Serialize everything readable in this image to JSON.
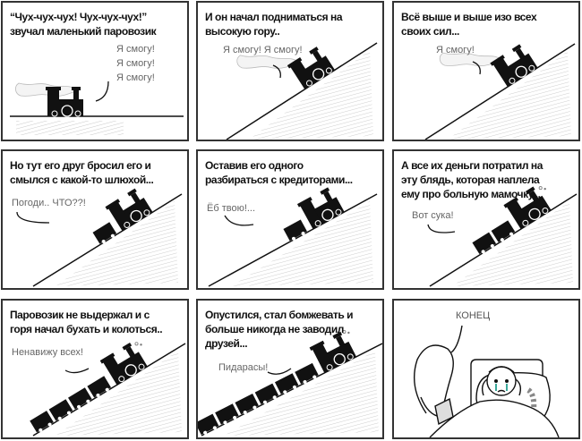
{
  "panels": [
    {
      "caption": "“Чух-чух-чух! Чух-чух-чух!”\nзвучал маленький паровозик",
      "speech": "Я смогу!\nЯ смогу!\nЯ смогу!"
    },
    {
      "caption": "И он начал подниматься на\nвысокую гору..",
      "speech": "Я смогу! Я смогу!"
    },
    {
      "caption": "Всё выше и выше изо всех\nсвоих сил...",
      "speech": "Я смогу!"
    },
    {
      "caption": "Но тут его друг бросил его и\nсмылся с какой-то шлюхой...",
      "speech": "Погоди.. ЧТО??!"
    },
    {
      "caption": "Оставив его одного\nразбираться с кредиторами...",
      "speech": "Ёб твою!..."
    },
    {
      "caption": "А все их деньги потратил на\nэту блядь, которая наплела\nему про больную мамочку...",
      "speech": "Вот сука!"
    },
    {
      "caption": "Паровозик не выдержал и с\nгоря начал бухать и колоться..",
      "speech": "Ненавижу всех!"
    },
    {
      "caption": "Опустился, стал бомжевать и\nбольше никогда не заводил\nдрузей...",
      "speech": "Пидарасы!"
    },
    {
      "caption": "",
      "speech": "КОНЕЦ"
    }
  ],
  "colors": {
    "ink": "#111111",
    "speech": "#666666",
    "hatch": "#c8c8c8",
    "tear": "#3aa89a"
  }
}
